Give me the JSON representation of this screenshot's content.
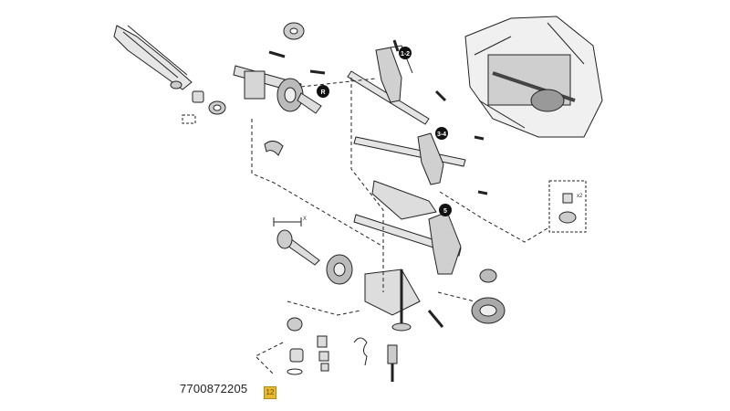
{
  "part_number": "7700872205",
  "ref_marker": "12",
  "callouts": {
    "c12": "1-2",
    "c34": "3-4",
    "c5": "5",
    "cR": "R"
  },
  "detail_qty": "x2",
  "dim_label": "X",
  "colors": {
    "line": "#222222",
    "badge": "#e8b830",
    "callout_fill": "#111111"
  }
}
